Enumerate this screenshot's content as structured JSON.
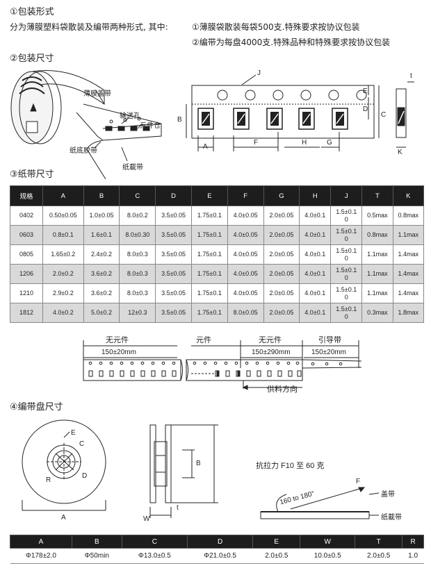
{
  "section1": {
    "title": "①包装形式",
    "intro": "分为薄膜塑料袋散装及编带两种形式, 其中:",
    "item1": "①薄膜袋散装每袋500支.特殊要求按协议包装",
    "item2": "②编带为每盘4000支.特殊品种和特殊要求按协议包装"
  },
  "section2": {
    "title": "②包装尺寸",
    "labels": {
      "cover_film": "薄膜盖带",
      "feed_hole": "输送孔",
      "component_cell": "元件仓",
      "bottom_tape": "纸底胶带",
      "paper_tape": "纸載带",
      "J": "J",
      "A": "A",
      "B": "B",
      "C": "C",
      "D": "D",
      "E": "E",
      "F": "F",
      "G": "G",
      "H": "H",
      "K": "K",
      "t": "t"
    }
  },
  "section3": {
    "title": "③纸带尺寸",
    "headers": [
      "规格",
      "A",
      "B",
      "C",
      "D",
      "E",
      "F",
      "G",
      "H",
      "J",
      "T",
      "K"
    ],
    "rows": [
      [
        "0402",
        "0.50±0.05",
        "1.0±0.05",
        "8.0±0.2",
        "3.5±0.05",
        "1.75±0.1",
        "4.0±0.05",
        "2.0±0.05",
        "4.0±0.1",
        "1.5±0.1",
        "0",
        "0.5max",
        "0.8max"
      ],
      [
        "0603",
        "0.8±0.1",
        "1.6±0.1",
        "8.0±0.30",
        "3.5±0.05",
        "1.75±0.1",
        "4.0±0.05",
        "2.0±0.05",
        "4.0±0.1",
        "1.5±0.1",
        "0",
        "0.8max",
        "1.1max"
      ],
      [
        "0805",
        "1.65±0.2",
        "2.4±0.2",
        "8.0±0.3",
        "3.5±0.05",
        "1.75±0.1",
        "4.0±0.05",
        "2.0±0.05",
        "4.0±0.1",
        "1.5±0.1",
        "0",
        "1.1max",
        "1.4max"
      ],
      [
        "1206",
        "2.0±0.2",
        "3.6±0.2",
        "8.0±0.3",
        "3.5±0.05",
        "1.75±0.1",
        "4.0±0.05",
        "2.0±0.05",
        "4.0±0.1",
        "1.5±0.1",
        "0",
        "1.1max",
        "1.4max"
      ],
      [
        "1210",
        "2.9±0.2",
        "3.6±0.2",
        "8.0±0.3",
        "3.5±0.05",
        "1.75±0.1",
        "4.0±0.05",
        "2.0±0.05",
        "4.0±0.1",
        "1.5±0.1",
        "0",
        "1.1max",
        "1.4max"
      ],
      [
        "1812",
        "4.0±0.2",
        "5.0±0.2",
        "12±0.3",
        "3.5±0.05",
        "1.75±0.1",
        "8.0±0.05",
        "2.0±0.05",
        "4.0±0.1",
        "1.5±0.1",
        "0",
        "0.3max",
        "1.8max"
      ]
    ]
  },
  "tape_layout": {
    "no_component_1": "无元件",
    "component": "元件",
    "no_component_2": "无元件",
    "leader": "引导带",
    "len_1": "150±20mm",
    "len_2": "150±290mm",
    "len_3": "150±20mm",
    "feed_direction": "供料方向"
  },
  "section4": {
    "title": "④编带盘尺寸",
    "labels": {
      "E": "E",
      "C": "C",
      "R": "R",
      "D": "D",
      "A": "A",
      "B": "B",
      "W": "W",
      "t": "t",
      "F": "F"
    },
    "pull_force": "抗拉力 F10 至 60 克",
    "angle": "160 to 180°",
    "cover_tape": "盖带",
    "paper_carrier": "纸載带",
    "headers": [
      "A",
      "B",
      "C",
      "D",
      "E",
      "W",
      "T",
      "R"
    ],
    "values": [
      "Φ178±2.0",
      "Φ50min",
      "Φ13.0±0.5",
      "Φ21.0±0.5",
      "2.0±0.5",
      "10.0±0.5",
      "2.0±0.5",
      "1.0"
    ]
  }
}
